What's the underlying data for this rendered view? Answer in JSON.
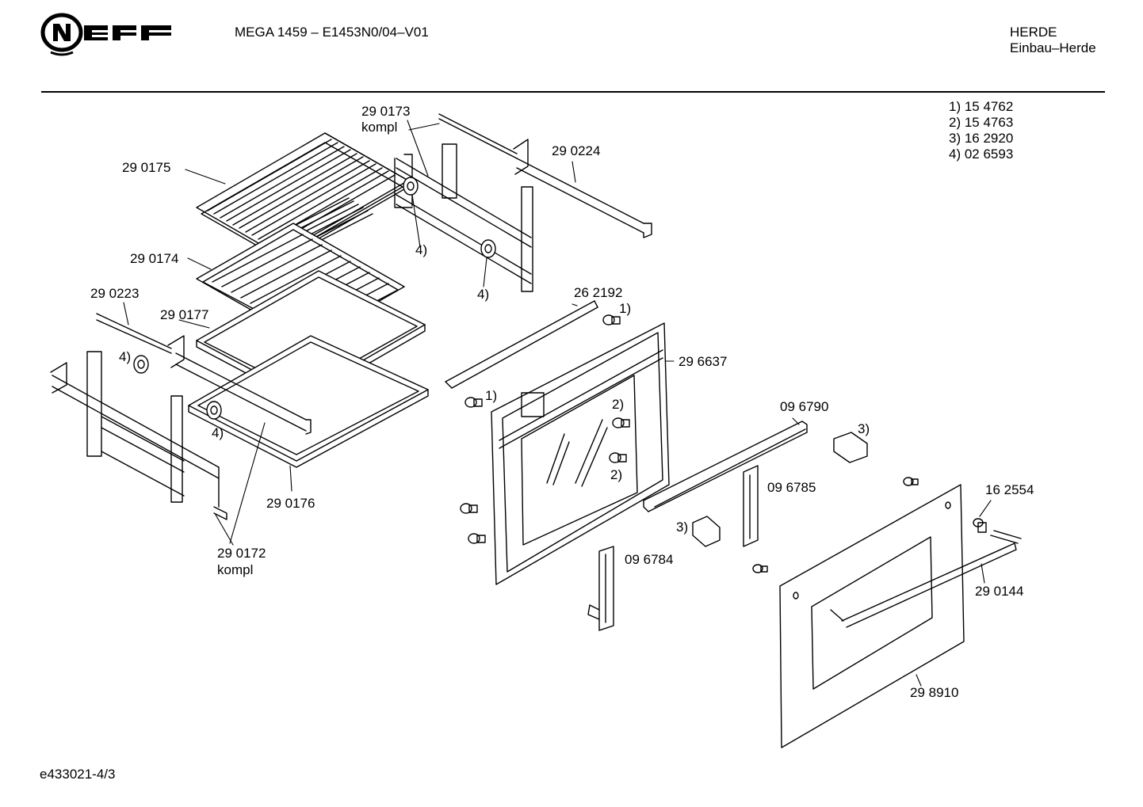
{
  "header": {
    "brand": "NEFF",
    "model_line": "MEGA 1459 – E1453N0/04–V01",
    "category_1": "HERDE",
    "category_2": "Einbau–Herde"
  },
  "legend": [
    "1) 15 4762",
    "2) 15 4763",
    "3) 16 2920",
    "4) 02 6593"
  ],
  "labels": {
    "p290173": "29 0173",
    "p290173_kompl": "kompl",
    "p290224": "29 0224",
    "p290175": "29 0175",
    "p290174": "29 0174",
    "p290223": "29 0223",
    "p290177": "29 0177",
    "p262192": "26 2192",
    "p296637": "29 6637",
    "p096790": "09 6790",
    "p096785": "09 6785",
    "p096784": "09 6784",
    "p290176": "29 0176",
    "p290172": "29 0172",
    "p290172_kompl": "kompl",
    "p162554": "16 2554",
    "p290144": "29 0144",
    "p298910": "29 8910",
    "ref4_a": "4)",
    "ref4_b": "4)",
    "ref4_c": "4)",
    "ref4_d": "4)",
    "ref1_a": "1)",
    "ref1_b": "1)",
    "ref2_a": "2)",
    "ref2_b": "2)",
    "ref3_a": "3)",
    "ref3_b": "3)"
  },
  "footer": {
    "drawing_id": "e433021-4/3"
  }
}
